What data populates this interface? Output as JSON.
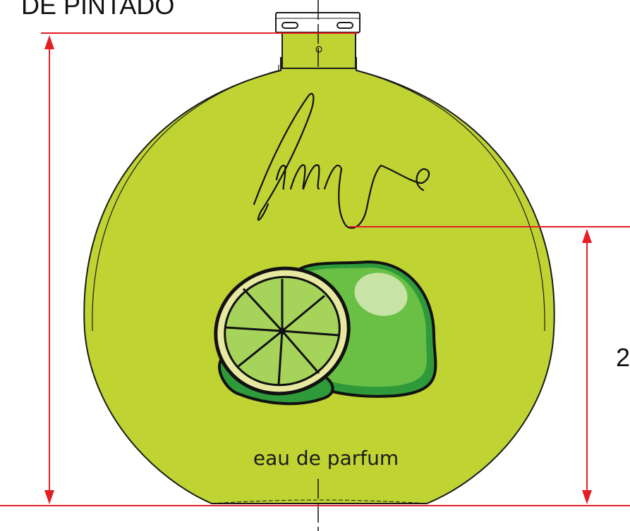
{
  "drawing": {
    "heading": "DE PINTADO",
    "product_name": "lime",
    "product_type": "eau de parfum",
    "dimension_label_partial": "2"
  },
  "colors": {
    "bottle_fill": "#bfd333",
    "outline": "#1a1a1a",
    "dimension_line": "#e31e24",
    "lime_dark": "#2e9a3a",
    "lime_light": "#6abf45",
    "lime_pulp": "#a6d45a",
    "lime_rind": "#e8e9a0"
  }
}
